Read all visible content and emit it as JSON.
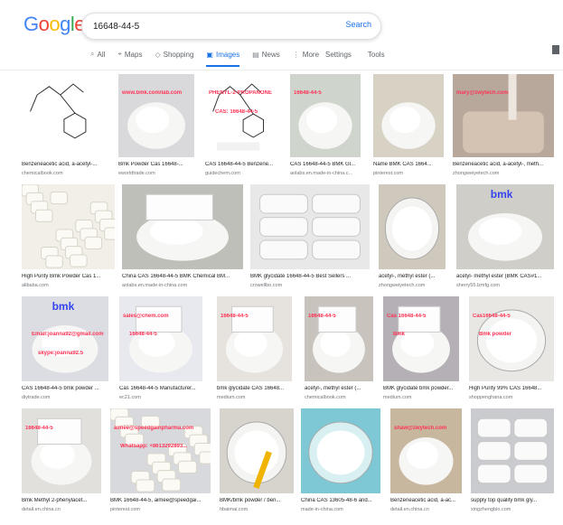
{
  "header": {
    "logo_letters": [
      "G",
      "o",
      "o",
      "g",
      "l",
      "e"
    ],
    "logo_colors": [
      "#4285f4",
      "#ea4335",
      "#fbbc05",
      "#4285f4",
      "#34a853",
      "#ea4335"
    ],
    "query": "16648-44-5",
    "search_label": "Search"
  },
  "tabs": [
    {
      "icon": "search-icon",
      "glyph": "⌕",
      "label": "All",
      "active": false
    },
    {
      "icon": "map-pin-icon",
      "glyph": "⌖",
      "label": "Maps",
      "active": false
    },
    {
      "icon": "tag-icon",
      "glyph": "◇",
      "label": "Shopping",
      "active": false
    },
    {
      "icon": "image-icon",
      "glyph": "▣",
      "label": "Images",
      "active": true
    },
    {
      "icon": "news-icon",
      "glyph": "▤",
      "label": "News",
      "active": false
    },
    {
      "icon": "more-icon",
      "glyph": "⋮",
      "label": "More",
      "active": false
    }
  ],
  "tools": {
    "settings": "Settings",
    "tools": "Tools"
  },
  "results": [
    [
      {
        "caption": "Benzeneacetic acid, a-acetyl-...",
        "source": "chemicalbook.com",
        "bg": "#ffffff",
        "kind": "structure"
      },
      {
        "caption": "Bmk Powder Cas 16648-...",
        "source": "eworldtrade.com",
        "bg": "#d9d9dc",
        "kind": "bag",
        "watermarks": [
          "www.bmk.com/lab.com"
        ]
      },
      {
        "caption": "CAS 16648-44-5 Benzene...",
        "source": "guidechem.com",
        "bg": "#ffffff",
        "kind": "structure2",
        "watermarks": [
          "PHENYL-2-PROPANONE",
          "CAS: 16648-44-5"
        ]
      },
      {
        "caption": "CAS 16648-44-5 BMK Gl...",
        "source": "aolabs.en.made-in-china.c...",
        "bg": "#cfd4cd",
        "kind": "powder",
        "watermarks": [
          "16648-44-5"
        ]
      },
      {
        "caption": "Name BMK CAS 1664...",
        "source": "pinterest.com",
        "bg": "#d8d2c5",
        "kind": "powder2"
      },
      {
        "caption": "Benzeneacetic acid, a-acetyl-, meth...",
        "source": "zhongweiyetech.com",
        "bg": "#b8a89c",
        "kind": "liquid",
        "watermarks": [
          "mary@zwytech.com"
        ]
      }
    ],
    [
      {
        "caption": "High Purity Bmk Powder Cas 1...",
        "source": "alibaba.com",
        "bg": "#f1efe8",
        "kind": "chunks"
      },
      {
        "caption": "China CAS 16648-44-5 BMK Chemical BM...",
        "source": "aolabs.en.made-in-china.com",
        "bg": "#bfbfb9",
        "kind": "paper"
      },
      {
        "caption": "BMK glycidate 16648-44-5 Best Sellers ...",
        "source": "crowellbo.com",
        "bg": "#e8e8e8",
        "kind": "bags"
      },
      {
        "caption": "acetyl-, methyl ester (...",
        "source": "zhongweiyetech.com",
        "bg": "#cfc8bd",
        "kind": "bowl"
      },
      {
        "caption": "acetyl- methyl ester (BMK CAS#1...",
        "source": "sherry55.lzmfg.com",
        "bg": "#d0cec9",
        "kind": "powder3",
        "watermarks": [
          "bmk"
        ]
      }
    ],
    [
      {
        "caption": "CAS 16648-44-5 bmk powder ...",
        "source": "diytrade.com",
        "bg": "#dcdde2",
        "kind": "bmk",
        "watermarks": [
          "bmk",
          "Email:joanna92@gmail.com",
          "skype:joanna92.5"
        ]
      },
      {
        "caption": "Cas 16648-44-5 Manufacturer...",
        "source": "ec21.com",
        "bg": "#e7e9ee",
        "kind": "labelbag",
        "watermarks": [
          "sales@chem.com",
          "16648-44-5"
        ]
      },
      {
        "caption": "bmk glycidate CAS 16648...",
        "source": "medium.com",
        "bg": "#e6e3df",
        "kind": "labelbag2",
        "watermarks": [
          "16648-44-5"
        ]
      },
      {
        "caption": "acetyl-, methyl ester (...",
        "source": "chemicalbook.com",
        "bg": "#c9c3bd",
        "kind": "labelbag3",
        "watermarks": [
          "16648-44-5"
        ]
      },
      {
        "caption": "BMK glycidate bmk powder...",
        "source": "medium.com",
        "bg": "#b4b0b5",
        "kind": "labelbag4",
        "watermarks": [
          "Cas 16648-44-5",
          "Bmk"
        ]
      },
      {
        "caption": "High Purity 99% CAS 16648...",
        "source": "shoppenghana.com",
        "bg": "#e9e7e4",
        "kind": "dish",
        "watermarks": [
          "Cas16648-44-5",
          "Bmk powder"
        ]
      }
    ],
    [
      {
        "caption": "Bmk Methyl 2-phenylacet...",
        "source": "detail.en.china.cn",
        "bg": "#e2e0dd",
        "kind": "wbag",
        "watermarks": [
          "16648-44-5"
        ]
      },
      {
        "caption": "BMK 16648-44-5, aimee@speedgai...",
        "source": "pinterest.com",
        "bg": "#d7d9dd",
        "kind": "chunks2",
        "watermarks": [
          "aimee@speedgainpharma.com",
          "Whatsapp: +8613292893..."
        ]
      },
      {
        "caption": "BMK/bmk powder / ben...",
        "source": "hbaimai.com",
        "bg": "#d7d3cd",
        "kind": "spoon"
      },
      {
        "caption": "China CAS 13605-48-6 and...",
        "source": "made-in-china.com",
        "bg": "#7dc8d4",
        "kind": "blue"
      },
      {
        "caption": "Benzeneacetic acid, a-ac...",
        "source": "detail.en.china.cn",
        "bg": "#c8b79f",
        "kind": "tan",
        "watermarks": [
          "shaw@zwytech.com"
        ]
      },
      {
        "caption": "supply top quality bmk gly...",
        "source": "xingzhengbio.com",
        "bg": "#c9cbce",
        "kind": "bags2"
      }
    ]
  ]
}
